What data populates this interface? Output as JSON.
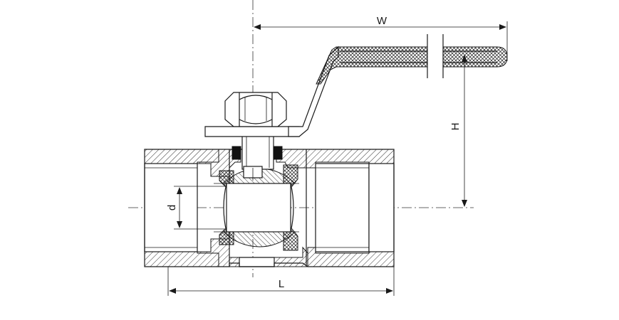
{
  "diagram": {
    "labels": {
      "width": "W",
      "height": "H",
      "diameter": "d",
      "length": "L"
    },
    "colors": {
      "line": "#1a1a1a",
      "background": "#ffffff"
    }
  }
}
